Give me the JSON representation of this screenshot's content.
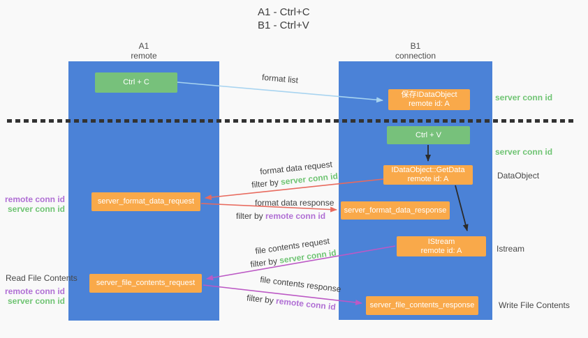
{
  "title": {
    "line1": "A1 - Ctrl+C",
    "line2": "B1 - Ctrl+V"
  },
  "lane_headers": {
    "left_line1": "A1",
    "left_line2": "remote",
    "right_line1": "B1",
    "right_line2": "connection"
  },
  "nodes": {
    "ctrl_c": {
      "label": "Ctrl + C"
    },
    "save_idataobject": {
      "line1": "保存IDataObject",
      "line2": "remote id: A"
    },
    "ctrl_v": {
      "label": "Ctrl + V"
    },
    "getdata": {
      "line1": "IDataObject::GetData",
      "line2": "remote id: A"
    },
    "format_request": {
      "label": "server_format_data_request"
    },
    "format_response": {
      "label": "server_format_data_response"
    },
    "istream": {
      "line1": "IStream",
      "line2": "remote id: A"
    },
    "file_request": {
      "label": "server_file_contents_request"
    },
    "file_response": {
      "label": "server_file_contents_response"
    }
  },
  "side_labels": {
    "server_conn_id_top": "server conn id",
    "server_conn_id_mid": "server conn id",
    "dataobject": "DataObject",
    "istream": "Istream",
    "write_file_contents": "Write File Contents",
    "read_file_contents": "Read File Contents",
    "remote_conn_id_left1": "remote conn id",
    "server_conn_id_left1": "server conn id",
    "remote_conn_id_left2": "remote conn id",
    "server_conn_id_left2": "server conn id"
  },
  "flow_labels": {
    "format_list": "format list",
    "format_data_request": "format data request",
    "filter_by_1": "filter by ",
    "filter_server_1": "server conn id",
    "format_data_response": "format data response",
    "filter_by_2": "filter by ",
    "filter_remote_2": "remote conn id",
    "file_contents_request": "file contents request",
    "filter_by_3": "filter by ",
    "filter_server_3": "server conn id",
    "file_contents_response": "file contents response",
    "filter_by_4": "filter by ",
    "filter_remote_4": "remote conn id"
  },
  "colors": {
    "lane_blue": "#4b82d7",
    "box_orange": "#f9a94a",
    "box_green": "#77c17b",
    "arrow_red": "#e86a5e",
    "arrow_magenta": "#bc59c5",
    "arrow_light_blue": "#a8d4f0",
    "arrow_black": "#2b2b2b",
    "label_green": "#6fc473",
    "label_purple": "#b06fd4",
    "label_dark": "#3f3f3f",
    "background": "#f9f9f9"
  }
}
